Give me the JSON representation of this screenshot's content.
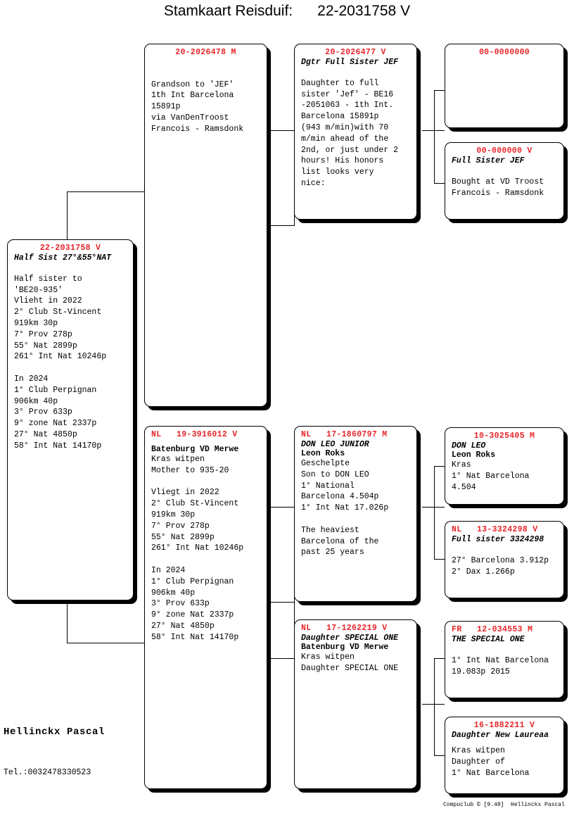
{
  "header": {
    "title": "Stamkaart Reisduif:      22-2031758 V"
  },
  "colors": {
    "ring_red": "#e8262a",
    "text_black": "#000000",
    "page_background": "#ffffff"
  },
  "subject": {
    "ring": "22-2031758 V",
    "subtitle": "Half Sist 27°&55°NAT",
    "body": "Half sister to\n'BE20-935'\nVlieht in 2022\n2° Club St-Vincent\n919km 30p\n7° Prov 278p\n55° Nat 2899p\n261° Int Nat 10246p\n\nIn 2024\n1° Club Perpignan\n906km 40p\n3° Prov 633p\n9° zone Nat 2337p\n27° Nat 4850p\n58° Int Nat 14170p"
  },
  "sire": {
    "ring": "20-2026478 M",
    "subtitle": "",
    "body": "Grandson to 'JEF'\n1th Int Barcelona\n15891p\nvia VanDenTroost\nFrancois - Ramsdonk"
  },
  "sire_sire": {
    "ring": "20-2026477 V",
    "subtitle": "Dgtr Full Sister JEF",
    "body": "Daughter to full\nsister 'Jef' - BE16\n-2051063 - 1th Int.\nBarcelona 15891p\n(943 m/min)with 70\nm/min ahead of the\n2nd, or just under 2\nhours! His honors\nlist looks very\nnice:"
  },
  "sire_sire_sire": {
    "ring": "00-0000000",
    "subtitle": "",
    "body": ""
  },
  "sire_sire_dam": {
    "ring": "00-000000 V",
    "subtitle": "Full Sister JEF",
    "body": "Bought at VD Troost\nFrancois - Ramsdonk"
  },
  "dam": {
    "ring_prefix": "NL",
    "ring": "NL   19-3916012 V",
    "name": "Batenburg VD Merwe",
    "body": "Kras witpen\nMother to 935-20\n\nVliegt in 2022\n2° Club St-Vincent\n919km 30p\n7° Prov 278p\n55° Nat 2899p\n261° Int Nat 10246p\n\nIn 2024\n1° Club Perpignan\n906km 40p\n3° Prov 633p\n9° zone Nat 2337p\n27° Nat 4850p\n58° Int Nat 14170p"
  },
  "dam_sire": {
    "ring": "NL   17-1860797 M",
    "subtitle": "DON LEO JUNIOR",
    "name": "Leon Roks",
    "body": "Geschelpte\nSon to DON LEO\n1° National\nBarcelona 4.504p\n1° Int Nat 17.026p\n\nThe heaviest\nBarcelona of the\npast 25 years"
  },
  "dam_sire_sire": {
    "ring": "10-3025405 M",
    "subtitle": "DON LEO",
    "name": "Leon Roks",
    "body": "Kras\n1° Nat Barcelona\n4.504"
  },
  "dam_sire_dam": {
    "ring": "NL   13-3324298 V",
    "subtitle": "Full sister 3324298",
    "body": "27° Barcelona 3.912p\n2° Dax 1.266p"
  },
  "dam_dam": {
    "ring": "NL   17-1262219 V",
    "subtitle": "Daughter SPECIAL ONE",
    "name": "Batenburg VD Merwe",
    "body": "Kras witpen\nDaughter SPECIAL ONE"
  },
  "dam_dam_sire": {
    "ring": "FR   12-034553 M",
    "subtitle": "THE SPECIAL ONE",
    "body": "1° Int Nat Barcelona\n19.083p 2015"
  },
  "dam_dam_dam": {
    "ring": "16-1882211 V",
    "subtitle": "Daughter New Laureaa",
    "body": "Kras witpen\nDaughter of\n1° Nat Barcelona"
  },
  "footer": {
    "owner": "Hellinckx Pascal",
    "tel": "Tel.:0032478330523",
    "credit": "Compuclub © [9.48]  Hellinckx Pascal"
  }
}
